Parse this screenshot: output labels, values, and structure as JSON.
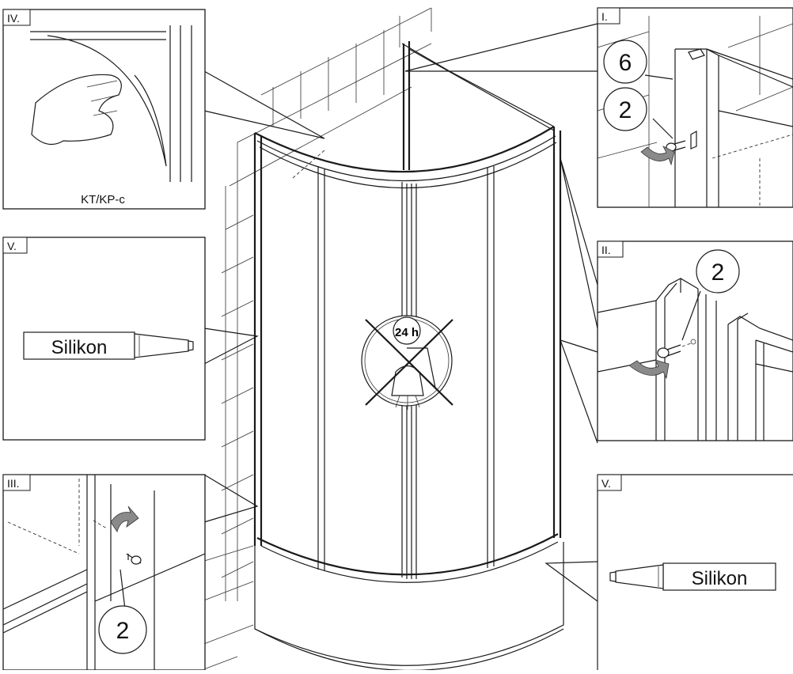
{
  "panels": {
    "top_left": {
      "label": "IV.",
      "caption": "KT/KP-c"
    },
    "mid_left": {
      "label": "V.",
      "product": "Silikon"
    },
    "bottom_left": {
      "label": "III.",
      "part_number": "2"
    },
    "top_right": {
      "label": "I.",
      "part_number_a": "6",
      "part_number_b": "2"
    },
    "mid_right": {
      "label": "II.",
      "part_number": "2"
    },
    "bottom_right": {
      "label": "V.",
      "product": "Silikon"
    }
  },
  "center": {
    "cure_time": "24 h"
  },
  "colors": {
    "line": "#1a1a1a",
    "arrow": "#8a8a8a",
    "background": "#ffffff"
  }
}
